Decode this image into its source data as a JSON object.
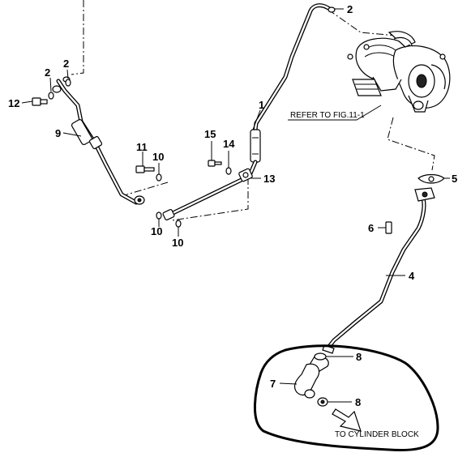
{
  "callouts": {
    "c1": "1",
    "c2a": "2",
    "c2b": "2",
    "c2c": "2",
    "c4": "4",
    "c5": "5",
    "c6": "6",
    "c7": "7",
    "c8a": "8",
    "c8b": "8",
    "c9": "9",
    "c10a": "10",
    "c10b": "10",
    "c10c": "10",
    "c11": "11",
    "c12": "12",
    "c13": "13",
    "c14": "14",
    "c15": "15"
  },
  "notes": {
    "refer": "REFER TO FIG.11-1",
    "cylinder": "TO CYLINDER BLOCK"
  }
}
